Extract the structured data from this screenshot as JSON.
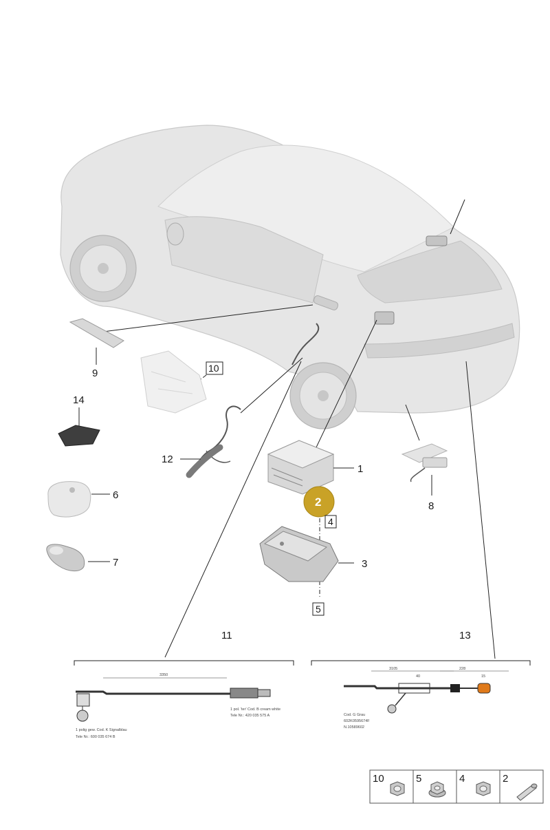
{
  "callouts": {
    "c1": "1",
    "c2": "2",
    "c3": "3",
    "c4": "4",
    "c5": "5",
    "c6": "6",
    "c7": "7",
    "c8": "8",
    "c9": "9",
    "c10": "10",
    "c11": "11",
    "c12": "12",
    "c13": "13",
    "c14": "14"
  },
  "highlight": {
    "label": "2",
    "color": "#c9a227"
  },
  "detail11": {
    "dimension": "3350",
    "note_left_1": "1 polig gew. Cod. K Signalblau",
    "note_left_2": "Tele Nr.: 600 035 674 B",
    "note_right_1": "1 pol. 'ter' Cod. B cream white",
    "note_right_2": "Tele Nr.: 420 035 575 A"
  },
  "detail13": {
    "dim_a": "3105",
    "dim_b": "228",
    "dim_c": "40",
    "dim_d": "15",
    "note_1": "Cod. G Grau",
    "note_2": "602K0595674F",
    "note_3": "N.10589602"
  },
  "legend": [
    {
      "num": "10",
      "icon": "hex-nut-icon"
    },
    {
      "num": "5",
      "icon": "flange-nut-icon"
    },
    {
      "num": "4",
      "icon": "hex-nut-icon"
    },
    {
      "num": "2",
      "icon": "stud-bolt-icon"
    }
  ]
}
